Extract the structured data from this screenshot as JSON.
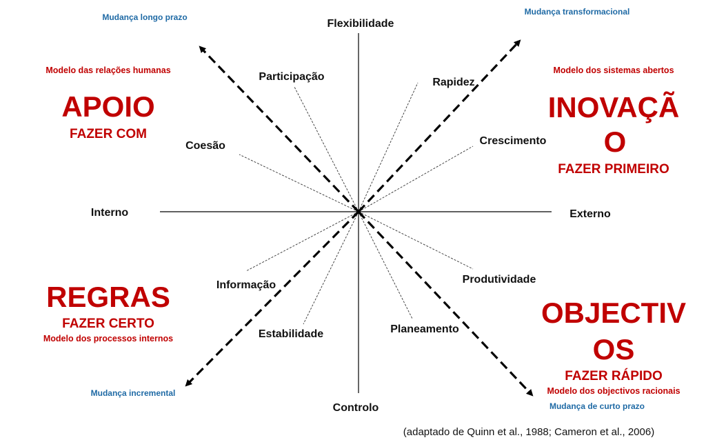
{
  "axes": {
    "top": "Flexibilidade",
    "bottom": "Controlo",
    "left": "Interno",
    "right": "Externo"
  },
  "change_types": {
    "top_left": "Mudança longo prazo",
    "top_right": "Mudança transformacional",
    "bottom_left": "Mudança incremental",
    "bottom_right": "Mudança de curto prazo"
  },
  "quadrants": {
    "top_left": {
      "model": "Modelo das relações humanas",
      "title": "APOIO",
      "action": "FAZER COM"
    },
    "top_right": {
      "model": "Modelo dos sistemas abertos",
      "title_line1": "INOVAÇÃ",
      "title_line2": "O",
      "action": "FAZER PRIMEIRO"
    },
    "bottom_left": {
      "model": "Modelo dos processos internos",
      "title": "REGRAS",
      "action": "FAZER CERTO"
    },
    "bottom_right": {
      "model": "Modelo dos objectivos racionais",
      "title_line1": "OBJECTIV",
      "title_line2": "OS",
      "action": "FAZER RÁPIDO"
    }
  },
  "values": {
    "participacao": "Participação",
    "coesao": "Coesão",
    "rapidez": "Rapidez",
    "crescimento": "Crescimento",
    "informacao": "Informação",
    "estabilidade": "Estabilidade",
    "produtividade": "Produtividade",
    "planeamento": "Planeamento"
  },
  "citation": "(adaptado de Quinn et al., 1988; Cameron et al., 2006)",
  "colors": {
    "red": "#c00000",
    "blue": "#1f6aa5"
  }
}
